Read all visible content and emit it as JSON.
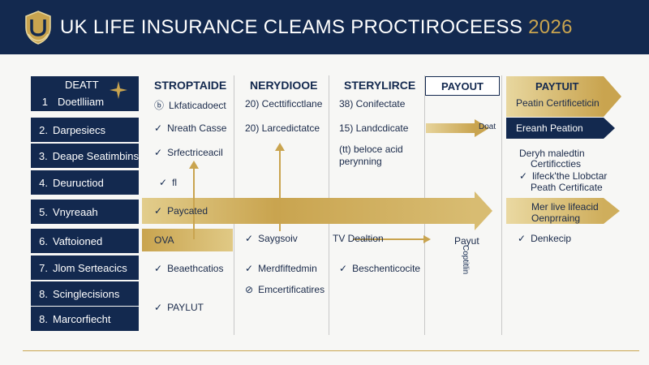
{
  "header": {
    "title": "UK LIFE INSURANCE CLEAMS PROCTIROCEESS",
    "year": "2026"
  },
  "steps": [
    {
      "head": "DEATT",
      "num": "1",
      "label": "Doetlliiam"
    },
    {
      "num": "2.",
      "label": "Darpesiecs"
    },
    {
      "num": "3.",
      "label": "Deape Seatimbins"
    },
    {
      "num": "4.",
      "label": "Deuructiod"
    },
    {
      "num": "5.",
      "label": "Vnyreaah"
    },
    {
      "num": "6.",
      "label": "Vaftoioned"
    },
    {
      "num": "7.",
      "label": "Jlom Serteacics"
    },
    {
      "num": "8.",
      "label": "Scinglecisions"
    },
    {
      "num": "8.",
      "label": "Marcorfiecht"
    }
  ],
  "columns": [
    "STROPTAIDE",
    "NERYDIOOE",
    "STERYLIRCE",
    "PAYOUT"
  ],
  "col1": {
    "r1": "Lkfaticadoect",
    "r2": "Nreath Casse",
    "r3": "Srfectriceacil",
    "r4": "fl",
    "band": "Paycated",
    "box": "OVA",
    "r6": "Beaethcatios",
    "r8": "PAYLUT"
  },
  "col2": {
    "r1": "20) Cecttificctlane",
    "r2": "20) Larcedictatce",
    "r6": "Saygsoiv",
    "r7": "Merdfiftedmin",
    "r8": "Emcertificatires"
  },
  "col3": {
    "r1": "38) Conifectate",
    "r2": "15) Landcdicate",
    "r3a": "(tt) beloce acid",
    "r3b": "perynning",
    "r6": "TV Dealtion",
    "r7": "Beschenticocite"
  },
  "col4": {
    "doat": "Doat",
    "payut": "Payut",
    "vertical": "Coptitlin"
  },
  "right": {
    "banner_title": "PAYTUIT",
    "banner_sub": "Peatin Certificeticin",
    "navy": "Ereanh Peation",
    "t1": "Deryh maledtin",
    "t2": "Certificcties",
    "t3": "lifeck'the Llobctar",
    "t4": "Peath Certificate",
    "mid1": "Mer live lifeacid",
    "mid2": "Oenprraing",
    "r6": "Denkecip"
  },
  "colors": {
    "navy": "#13294f",
    "gold": "#c9a44f",
    "background": "#f7f7f5"
  }
}
